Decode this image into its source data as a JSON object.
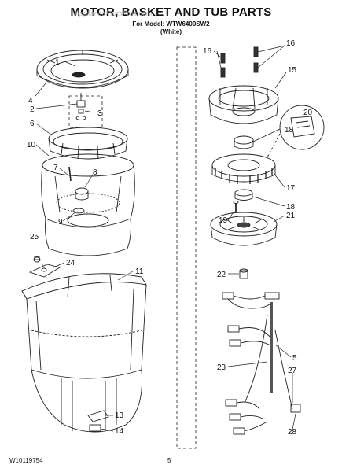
{
  "header": {
    "title": "MOTOR, BASKET AND TUB PARTS",
    "model_line": "For Model: WTW6400SW2",
    "color_line": "(White)"
  },
  "watermark": "AppliancePartsPros.com",
  "footer": {
    "doc_number": "W10119754",
    "page_number": "5"
  },
  "callouts": {
    "c1": "1",
    "c2": "2",
    "c3": "3",
    "c4": "4",
    "c5": "5",
    "c6": "6",
    "c7": "7",
    "c8": "8",
    "c9": "9",
    "c10": "10",
    "c11": "11",
    "c13": "13",
    "c14": "14",
    "c15": "15",
    "c16a": "16",
    "c16b": "16",
    "c17": "17",
    "c18a": "18",
    "c18b": "18",
    "c19": "19",
    "c20": "20",
    "c21": "21",
    "c22": "22",
    "c23": "23",
    "c24": "24",
    "c25": "25",
    "c27": "27",
    "c28": "28"
  }
}
